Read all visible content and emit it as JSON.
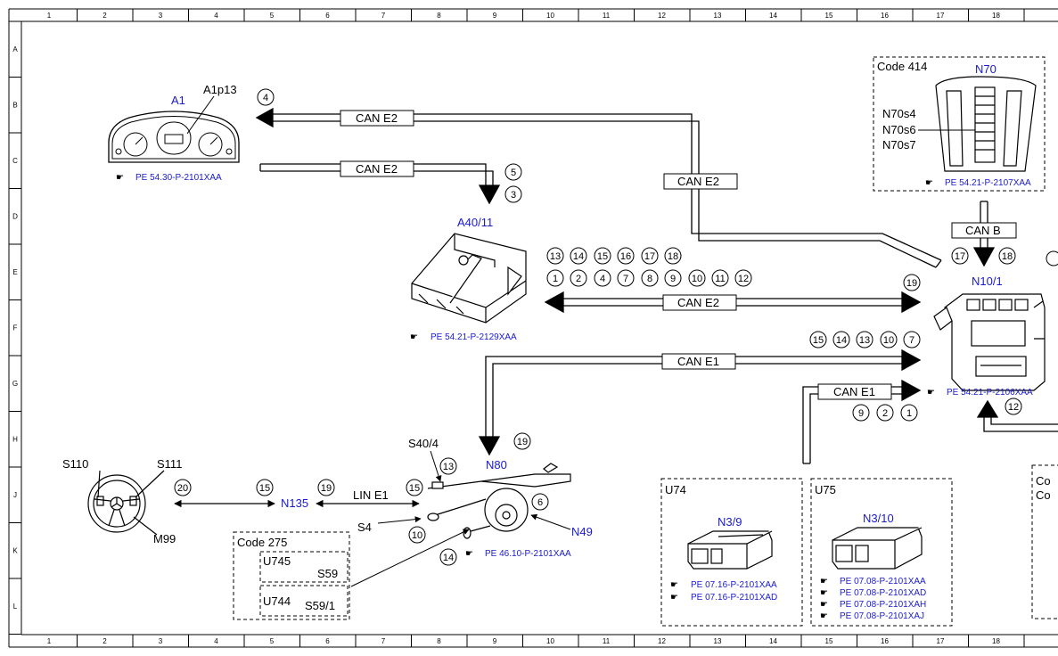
{
  "grid": {
    "columns": [
      "1",
      "2",
      "3",
      "4",
      "5",
      "6",
      "7",
      "8",
      "9",
      "10",
      "11",
      "12",
      "13",
      "14",
      "15",
      "16",
      "17",
      "18"
    ],
    "rows": [
      "A",
      "B",
      "C",
      "D",
      "E",
      "F",
      "G",
      "H",
      "J",
      "K",
      "L"
    ]
  },
  "components": {
    "a1": {
      "name": "A1",
      "sub": "A1p13",
      "ref": "PE 54.30-P-2101XAA"
    },
    "a40": {
      "name": "A40/11",
      "ref": "PE 54.21-P-2129XAA"
    },
    "n70": {
      "code": "Code 414",
      "name": "N70",
      "s4": "N70s4",
      "s6": "N70s6",
      "s7": "N70s7",
      "ref": "PE 54.21-P-2107XAA"
    },
    "n10": {
      "name": "N10/1",
      "ref": "PE 54.21-P-2106XAA"
    },
    "n80": {
      "name": "N80",
      "s40": "S40/4",
      "s4": "S4",
      "n49": "N49",
      "ref": "PE 46.10-P-2101XAA"
    },
    "wheel": {
      "s110": "S110",
      "s111": "S111",
      "m99": "M99"
    },
    "n135": {
      "name": "N135"
    },
    "code275": {
      "code": "Code 275",
      "u745": "U745",
      "s59": "S59",
      "u744": "U744",
      "s591": "S59/1"
    },
    "u74": {
      "code": "U74",
      "name": "N3/9",
      "refs": [
        "PE 07.16-P-2101XAA",
        "PE 07.16-P-2101XAD"
      ]
    },
    "u75": {
      "code": "U75",
      "name": "N3/10",
      "refs": [
        "PE 07.08-P-2101XAA",
        "PE 07.08-P-2101XAD",
        "PE 07.08-P-2101XAH",
        "PE 07.08-P-2101XAJ"
      ]
    },
    "edge": {
      "c1": "Co",
      "c2": "Co"
    }
  },
  "buses": {
    "can_e2_a": "CAN E2",
    "can_e2_b": "CAN E2",
    "can_e2_c": "CAN E2",
    "can_e2_d": "CAN E2",
    "can_b": "CAN B",
    "can_e1_a": "CAN E1",
    "can_e1_b": "CAN E1",
    "lin_e1": "LIN E1"
  },
  "markers": [
    {
      "id": "m4",
      "n": "4"
    },
    {
      "id": "m5",
      "n": "5"
    },
    {
      "id": "m3",
      "n": "3"
    },
    {
      "id": "r1_13",
      "n": "13"
    },
    {
      "id": "r1_14",
      "n": "14"
    },
    {
      "id": "r1_15",
      "n": "15"
    },
    {
      "id": "r1_16",
      "n": "16"
    },
    {
      "id": "r1_17",
      "n": "17"
    },
    {
      "id": "r1_18",
      "n": "18"
    },
    {
      "id": "r2_1",
      "n": "1"
    },
    {
      "id": "r2_2",
      "n": "2"
    },
    {
      "id": "r2_4",
      "n": "4"
    },
    {
      "id": "r2_7",
      "n": "7"
    },
    {
      "id": "r2_8",
      "n": "8"
    },
    {
      "id": "r2_9",
      "n": "9"
    },
    {
      "id": "r2_10",
      "n": "10"
    },
    {
      "id": "r2_11",
      "n": "11"
    },
    {
      "id": "r2_12",
      "n": "12"
    },
    {
      "id": "m19a",
      "n": "19"
    },
    {
      "id": "m17",
      "n": "17"
    },
    {
      "id": "m18",
      "n": "18"
    },
    {
      "id": "r3_15",
      "n": "15"
    },
    {
      "id": "r3_14",
      "n": "14"
    },
    {
      "id": "r3_13",
      "n": "13"
    },
    {
      "id": "r3_10",
      "n": "10"
    },
    {
      "id": "r3_7",
      "n": "7"
    },
    {
      "id": "r4_9",
      "n": "9"
    },
    {
      "id": "r4_2",
      "n": "2"
    },
    {
      "id": "r4_1",
      "n": "1"
    },
    {
      "id": "m12",
      "n": "12"
    },
    {
      "id": "m19b",
      "n": "19"
    },
    {
      "id": "m13",
      "n": "13"
    },
    {
      "id": "m6",
      "n": "6"
    },
    {
      "id": "m20",
      "n": "20"
    },
    {
      "id": "m15a",
      "n": "15"
    },
    {
      "id": "m19c",
      "n": "19"
    },
    {
      "id": "m15b",
      "n": "15"
    },
    {
      "id": "m10",
      "n": "10"
    },
    {
      "id": "m14",
      "n": "14"
    }
  ]
}
